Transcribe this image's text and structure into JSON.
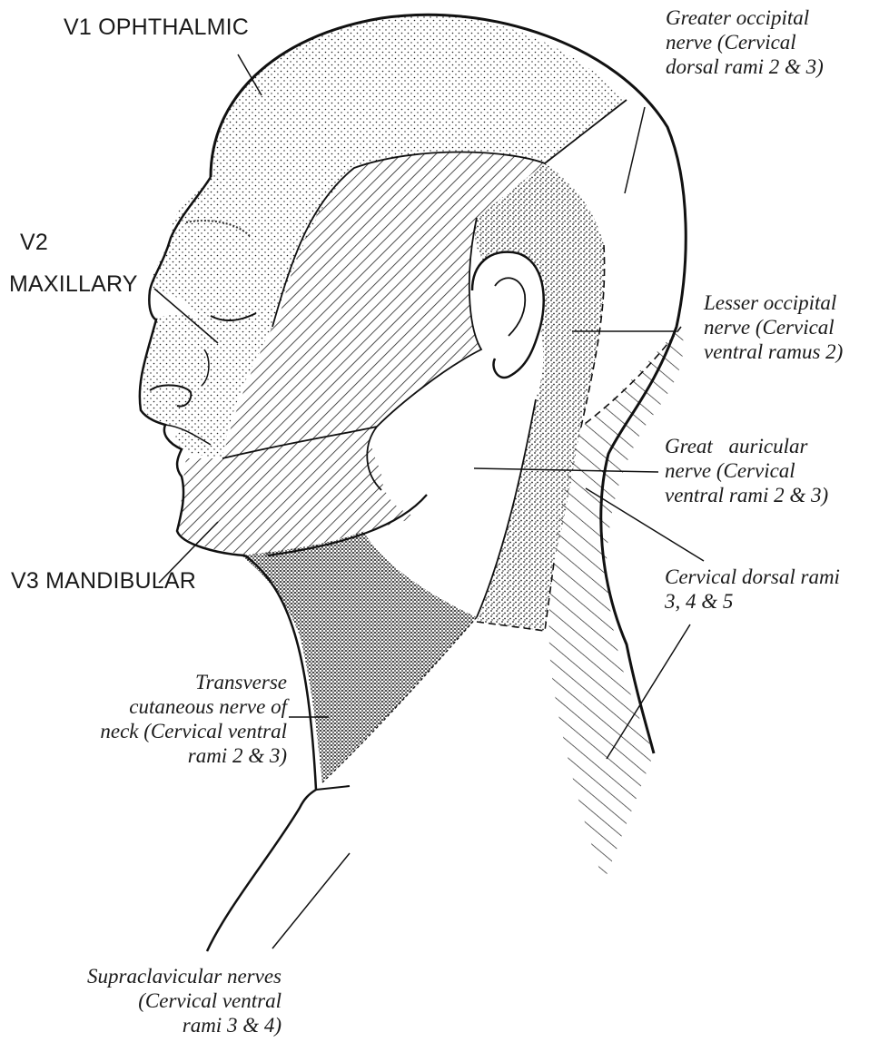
{
  "labels": {
    "v1": "V1 OPHTHALMIC",
    "v2_line1": "V2",
    "v2_line2": "MAXILLARY",
    "v3": "V3 MANDIBULAR",
    "greater_occipital": [
      "Greater occipital",
      "nerve (Cervical",
      "dorsal rami 2 & 3)"
    ],
    "lesser_occipital": [
      "Lesser occipital",
      "nerve (Cervical",
      "ventral ramus 2)"
    ],
    "great_auricular": [
      "Great auricular",
      "nerve (Cervical",
      "ventral rami 2 & 3)"
    ],
    "cervical_dorsal": [
      "Cervical dorsal rami",
      "3, 4 & 5"
    ],
    "transverse_cutaneous": [
      "Transverse",
      "cutaneous nerve of",
      "neck (Cervical ventral",
      "rami 2 & 3)"
    ],
    "supraclavicular": [
      "Supraclavicular nerves",
      "(Cervical ventral",
      "rami 3 & 4)"
    ]
  },
  "colors": {
    "ink": "#1a1a1a",
    "paper": "#ffffff"
  }
}
